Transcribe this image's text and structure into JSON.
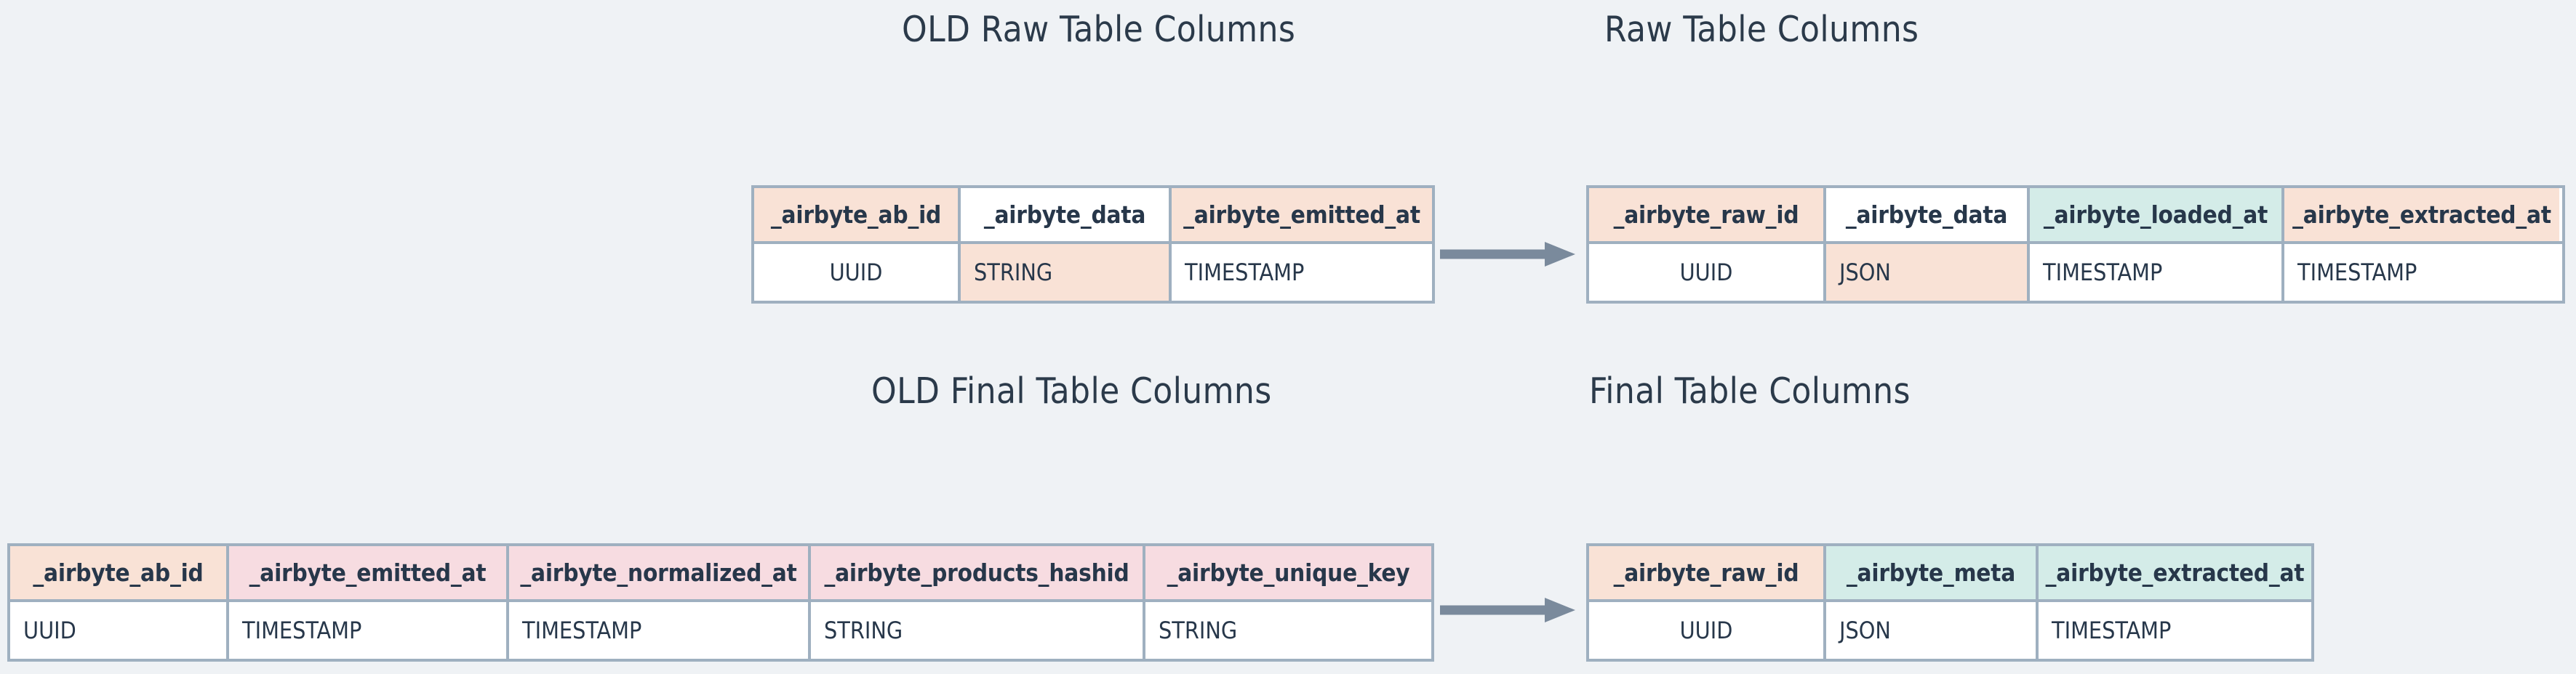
{
  "background_color": "#eff2f5",
  "palette": {
    "peach": "#f9e2d6",
    "teal": "#d4ece8",
    "pink": "#f7dce1",
    "white": "#ffffff",
    "border": "#9fb0c0",
    "text": "#27374a",
    "arrow": "#7a8a9c"
  },
  "sections": {
    "raw": {
      "old_title": "OLD Raw Table Columns",
      "new_title": "Raw Table Columns",
      "arrow_label": "transforms-to"
    },
    "final": {
      "old_title": "OLD Final Table Columns",
      "new_title": "Final Table Columns",
      "arrow_label": "transforms-to"
    }
  },
  "tables": {
    "old_raw": {
      "name": "OLD Raw Table Columns",
      "columns": [
        {
          "header": "_airbyte_ab_id",
          "header_fill": "peach",
          "type": "UUID",
          "type_fill": "white"
        },
        {
          "header": "_airbyte_data",
          "header_fill": "white",
          "type": "STRING",
          "type_fill": "peach"
        },
        {
          "header": "_airbyte_emitted_at",
          "header_fill": "peach",
          "type": "TIMESTAMP",
          "type_fill": "white"
        }
      ]
    },
    "new_raw": {
      "name": "Raw Table Columns",
      "columns": [
        {
          "header": "_airbyte_raw_id",
          "header_fill": "peach",
          "type": "UUID",
          "type_fill": "white"
        },
        {
          "header": "_airbyte_data",
          "header_fill": "white",
          "type": "JSON",
          "type_fill": "peach"
        },
        {
          "header": "_airbyte_loaded_at",
          "header_fill": "teal",
          "type": "TIMESTAMP",
          "type_fill": "white"
        },
        {
          "header": "_airbyte_extracted_at",
          "header_fill": "peach",
          "type": "TIMESTAMP",
          "type_fill": "white"
        }
      ]
    },
    "old_final": {
      "name": "OLD Final Table Columns",
      "columns": [
        {
          "header": "_airbyte_ab_id",
          "header_fill": "peach",
          "type": "UUID",
          "type_fill": "white"
        },
        {
          "header": "_airbyte_emitted_at",
          "header_fill": "pink",
          "type": "TIMESTAMP",
          "type_fill": "white"
        },
        {
          "header": "_airbyte_normalized_at",
          "header_fill": "pink",
          "type": "TIMESTAMP",
          "type_fill": "white"
        },
        {
          "header": "_airbyte_products_hashid",
          "header_fill": "pink",
          "type": "STRING",
          "type_fill": "white"
        },
        {
          "header": "_airbyte_unique_key",
          "header_fill": "pink",
          "type": "STRING",
          "type_fill": "white"
        }
      ]
    },
    "new_final": {
      "name": "Final Table Columns",
      "columns": [
        {
          "header": "_airbyte_raw_id",
          "header_fill": "peach",
          "type": "UUID",
          "type_fill": "white"
        },
        {
          "header": "_airbyte_meta",
          "header_fill": "teal",
          "type": "JSON",
          "type_fill": "white"
        },
        {
          "header": "_airbyte_extracted_at",
          "header_fill": "teal",
          "type": "TIMESTAMP",
          "type_fill": "white"
        }
      ]
    }
  }
}
